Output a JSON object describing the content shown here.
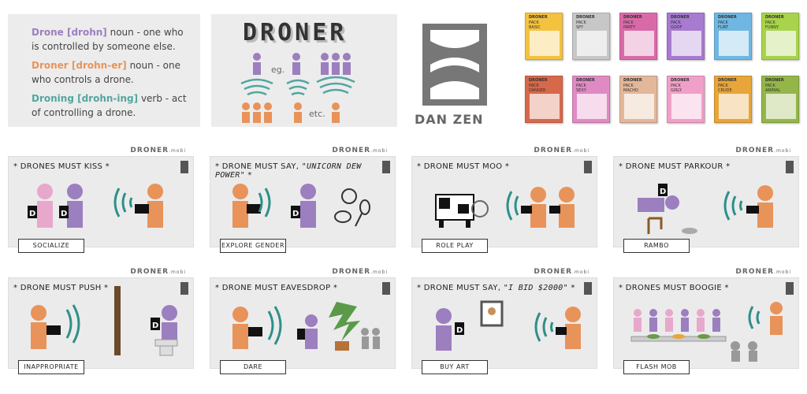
{
  "definitions": [
    {
      "term": "Drone [drohn]",
      "text": " noun - one who is controlled by someone else.",
      "color": "#9c7fbf"
    },
    {
      "term": "Droner [drohn-er]",
      "text": " noun - one who controls a drone.",
      "color": "#e8935a"
    },
    {
      "term": "Droning [drohn-ing]",
      "text": " verb - act of controlling a drone.",
      "color": "#53a6a0"
    }
  ],
  "logo": {
    "title": "DRONER",
    "eg": "eg.",
    "etc": "etc."
  },
  "brand": {
    "text": "DAN ZEN"
  },
  "mini_cards": [
    {
      "header": "DRONER",
      "pack": "PACK",
      "name": "BASIC",
      "color": "#f4c23e"
    },
    {
      "header": "DRONER",
      "pack": "PACK",
      "name": "SPY",
      "color": "#c7c7c7"
    },
    {
      "header": "DRONER",
      "pack": "PACK",
      "name": "PARTY",
      "color": "#d96aa8"
    },
    {
      "header": "DRONER",
      "pack": "PACK",
      "name": "GOOF",
      "color": "#a87ad0"
    },
    {
      "header": "DRONER",
      "pack": "PACK",
      "name": "FLIRT",
      "color": "#6fb7e2"
    },
    {
      "header": "DRONER",
      "pack": "PACK",
      "name": "FUNNY",
      "color": "#a8d34a"
    },
    {
      "header": "DRONER",
      "pack": "PACK",
      "name": "DANGER",
      "color": "#d8684a"
    },
    {
      "header": "DRONER",
      "pack": "PACK",
      "name": "SEXY",
      "color": "#e08ac4"
    },
    {
      "header": "DRONER",
      "pack": "PACK",
      "name": "MACHO",
      "color": "#e3b79a"
    },
    {
      "header": "DRONER",
      "pack": "PACK",
      "name": "GIRLY",
      "color": "#f0a0c8"
    },
    {
      "header": "DRONER",
      "pack": "PACK",
      "name": "CRUDE",
      "color": "#e8a53a"
    },
    {
      "header": "DRONER",
      "pack": "PACK",
      "name": "ANIMAL",
      "color": "#94b648"
    }
  ],
  "cards": [
    {
      "title": "* DRONES MUST KISS *",
      "category": "SOCIALIZE",
      "watermark": "DRONER",
      "wm_suffix": ".mobi"
    },
    {
      "title": "* DRONE MUST SAY, ",
      "quote": "\"UNICORN DEW POWER\"",
      "title_end": " *",
      "category": "EXPLORE GENDER",
      "watermark": "DRONER",
      "wm_suffix": ".mobi"
    },
    {
      "title": "* DRONE MUST MOO *",
      "category": "ROLE PLAY",
      "watermark": "DRONER",
      "wm_suffix": ".mobi"
    },
    {
      "title": "* DRONE MUST PARKOUR *",
      "category": "RAMBO",
      "watermark": "DRONER",
      "wm_suffix": ".mobi"
    },
    {
      "title": "* DRONE MUST PUSH *",
      "category": "INAPPROPRIATE",
      "watermark": "DRONER",
      "wm_suffix": ".mobi"
    },
    {
      "title": "* DRONE MUST EAVESDROP *",
      "category": "DARE",
      "watermark": "DRONER",
      "wm_suffix": ".mobi"
    },
    {
      "title": "* DRONE MUST SAY, ",
      "quote": "\"I BID $2000\"",
      "title_end": " *",
      "category": "BUY ART",
      "watermark": "DRONER",
      "wm_suffix": ".mobi"
    },
    {
      "title": "* DRONES MUST BOOGIE *",
      "category": "FLASH MOB",
      "watermark": "DRONER",
      "wm_suffix": ".mobi"
    }
  ],
  "colors": {
    "drone": "#9c7fbf",
    "droner": "#e8935a",
    "signal": "#2e8f8a",
    "pink": "#e8a8cc",
    "panel": "#ebebeb"
  }
}
